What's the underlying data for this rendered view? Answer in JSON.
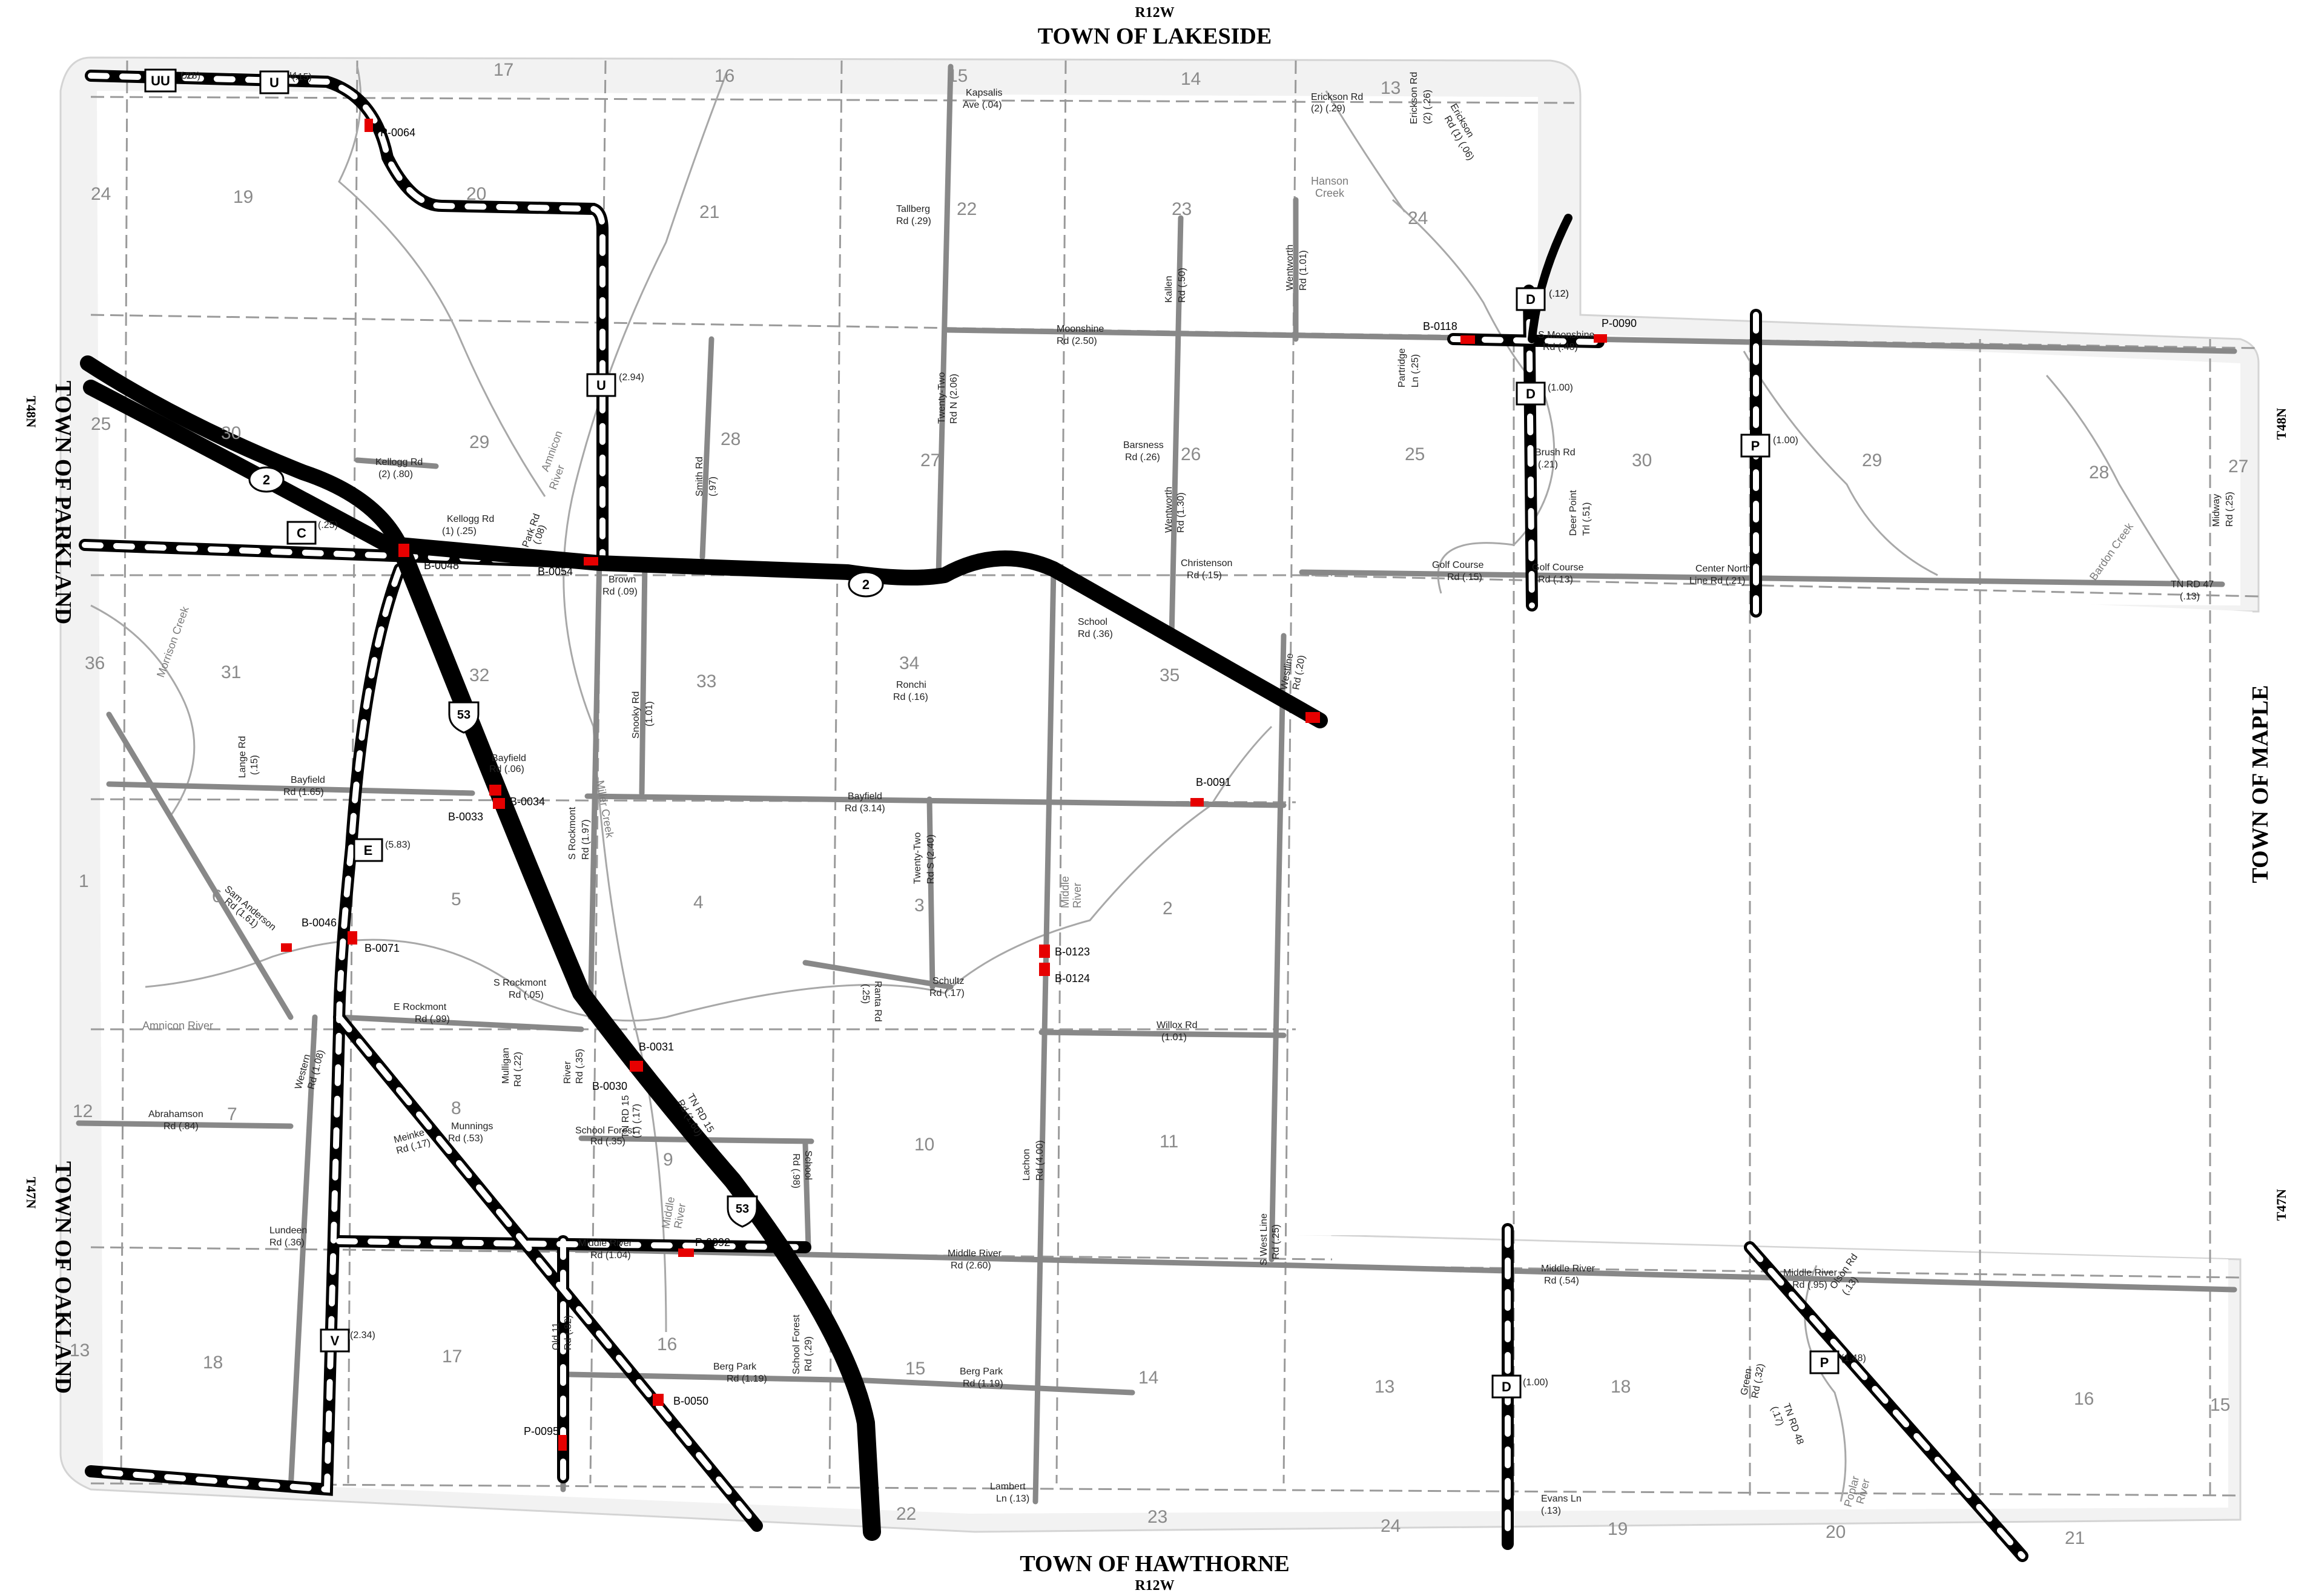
{
  "borders": {
    "north_range": "R12W",
    "north_town": "TOWN OF LAKESIDE",
    "south_town": "TOWN OF HAWTHORNE",
    "south_range": "R12W",
    "west_town_upper": "TOWN OF PARKLAND",
    "west_town_lower": "TOWN OF OAKLAND",
    "east_town": "TOWN OF MAPLE",
    "west_township_upper": "T48N",
    "west_township_lower": "T47N",
    "east_township_upper": "T48N",
    "east_township_lower": "T47N"
  },
  "sections": [
    "17",
    "16",
    "15",
    "14",
    "13",
    "24",
    "19",
    "20",
    "21",
    "22",
    "23",
    "24",
    "25",
    "30",
    "29",
    "28",
    "27",
    "26",
    "25",
    "30",
    "29",
    "28",
    "27",
    "36",
    "31",
    "32",
    "33",
    "34",
    "35",
    "1",
    "6",
    "5",
    "4",
    "3",
    "2",
    "12",
    "7",
    "8",
    "9",
    "10",
    "11",
    "13",
    "18",
    "17",
    "16",
    "15",
    "14",
    "13",
    "18",
    "16",
    "15",
    "22",
    "23",
    "24",
    "19",
    "20",
    "21"
  ],
  "roads": [
    "UU",
    "(.28)",
    "U",
    "(.15)",
    "Kapsalis",
    "Ave (.04)",
    "Erickson Rd",
    "(2) (.29)",
    "Erickson Rd",
    "(2) (.26)",
    "Erickson",
    "Rd (1) (.06)",
    "Tallberg",
    "Rd (.29)",
    "Kallen",
    "Rd (.50)",
    "Wentworth",
    "Rd (1.01)",
    "Moonshine",
    "Rd (2.50)",
    "Partridge",
    "Ln (.25)",
    "(.12)",
    "(.12)",
    "S Moonshine",
    "Rd (.48)",
    "(1.00)",
    "(1.00)",
    "(2.94)",
    "Kellogg Rd",
    "(2) (.80)",
    "Kellogg Rd",
    "(1) (.25)",
    "(.25)",
    "Park Rd",
    "(.08)",
    "Smith Rd",
    "(.97)",
    "Twenty-Two",
    "Rd N (2.06)",
    "Barsness",
    "Rd (.26)",
    "Wentworth",
    "Rd (1.30)",
    "Brush Rd",
    "(.21)",
    "Deer Point",
    "Trl (.51)",
    "Christenson",
    "Rd (.15)",
    "Golf Course",
    "Rd (.15)",
    "Golf Course",
    "Rd (.13)",
    "Center North",
    "Line Rd (.21)",
    "Midway",
    "Rd (.25)",
    "TN RD 47",
    "(.13)",
    "Brown",
    "Rd (.09)",
    "School",
    "Rd (.36)",
    "Westline",
    "Rd (.20)",
    "Ronchi",
    "Rd (.16)",
    "Snooky Rd",
    "(1.01)",
    "Lange Rd",
    "(.15)",
    "Bayfield",
    "Rd (.06)",
    "Bayfield",
    "Rd (1.65)",
    "Bayfield",
    "Rd (3.14)",
    "S Rockmont",
    "Rd (1.97)",
    "(5.83)",
    "Twenty-Two",
    "Rd S (2.40)",
    "Sam Anderson",
    "Rd (1.61)",
    "Schultz",
    "Rd (.17)",
    "Ranta Rd",
    "(.25)",
    "S Rockmont",
    "Rd (.05)",
    "E Rockmont",
    "Rd (.99)",
    "Willox Rd",
    "(1.01)",
    "Abrahamson",
    "Rd (.84)",
    "Western",
    "Rd (1.08)",
    "Mulligan",
    "Rd (.22)",
    "Meinke",
    "Rd (.17)",
    "Munnings",
    "Rd (.53)",
    "River",
    "Rd (.35)",
    "TN RD 15",
    "Rd (1.60)",
    "School Forest",
    "Rd (.35)",
    "TN RD 15",
    "(1) (.17)",
    "School",
    "Rd (.98)",
    "Lachon",
    "Rd (4.00)",
    "Lundeen",
    "Rd (.36)",
    "Middle River",
    "Rd (1.04)",
    "Middle River",
    "Rd (2.60)",
    "S West Line",
    "Rd (.25)",
    "Middle River",
    "Rd (.54)",
    "Middle River",
    "Rd (.95)",
    "Olson Rd",
    "(.13)",
    "(2.34)",
    "Old 11",
    "Rd (.82)",
    "Berg Park",
    "Rd (1.19)",
    "School Forest",
    "Rd (.29)",
    "Berg Park",
    "Rd (1.19)",
    "Lambert",
    "Ln (.13)",
    "(1.00)",
    "Evans Ln",
    "(.13)",
    "Green",
    "Rd (.32)",
    "TN RD 48",
    "(.17)",
    "(1.48)"
  ],
  "shields": [
    "UU",
    "U",
    "D",
    "D",
    "U",
    "2",
    "C",
    "2",
    "53",
    "E",
    "53",
    "V",
    "D",
    "P",
    "P"
  ],
  "waters": [
    "Hanson",
    "Creek",
    "Amnicon",
    "River",
    "Morrison Creek",
    "Miller Creek",
    "Middle",
    "River",
    "Amnicon River",
    "Middle",
    "River",
    "Bardon Creek",
    "Poplar",
    "River"
  ],
  "bridges": [
    "P-0064",
    "B-0118",
    "P-0090",
    "B-0048",
    "B-0054",
    "B-0033",
    "B-0034",
    "B-0091",
    "B-0046",
    "B-0071",
    "B-0123",
    "B-0124",
    "B-0031",
    "B-0030",
    "P-0092",
    "B-0050",
    "P-0095"
  ],
  "colors": {
    "land": "#ffffff",
    "shaded": "#f0f0f0",
    "road": "#8c8c8c",
    "highway": "#000000",
    "water": "#a8a8a8",
    "bridge": "#e60000",
    "endcap": "#f2a400",
    "section_line": "#999999"
  }
}
